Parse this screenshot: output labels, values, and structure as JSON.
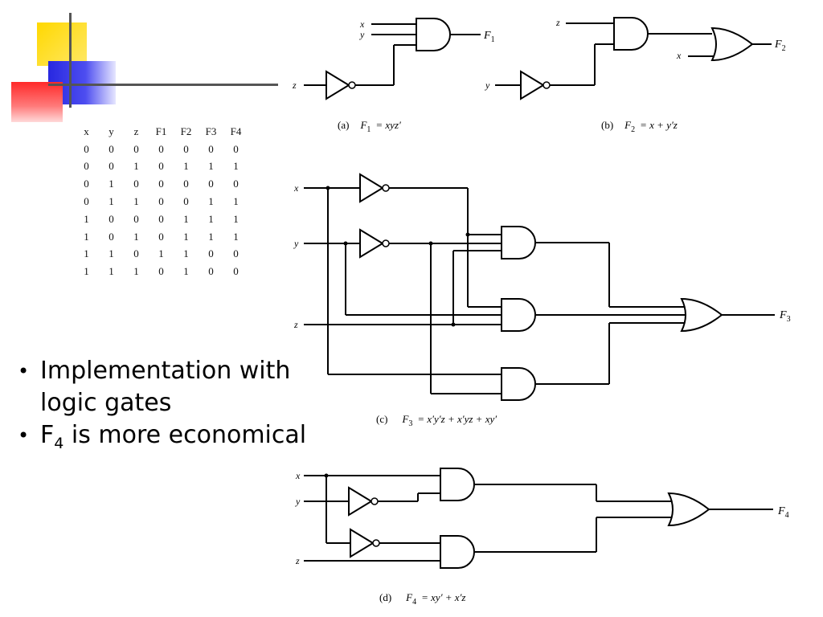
{
  "truth_table": {
    "headers": [
      "x",
      "y",
      "z",
      "F1",
      "F2",
      "F3",
      "F4"
    ],
    "rows": [
      [
        "0",
        "0",
        "0",
        "0",
        "0",
        "0",
        "0"
      ],
      [
        "0",
        "0",
        "1",
        "0",
        "1",
        "1",
        "1"
      ],
      [
        "0",
        "1",
        "0",
        "0",
        "0",
        "0",
        "0"
      ],
      [
        "0",
        "1",
        "1",
        "0",
        "0",
        "1",
        "1"
      ],
      [
        "1",
        "0",
        "0",
        "0",
        "1",
        "1",
        "1"
      ],
      [
        "1",
        "0",
        "1",
        "0",
        "1",
        "1",
        "1"
      ],
      [
        "1",
        "1",
        "0",
        "1",
        "1",
        "0",
        "0"
      ],
      [
        "1",
        "1",
        "1",
        "0",
        "1",
        "0",
        "0"
      ]
    ]
  },
  "bullets": {
    "item1": "Implementation with logic gates",
    "item2_main": "F",
    "item2_sub": "4",
    "item2_rest": " is more economical"
  },
  "circuit_a": {
    "in_x": "x",
    "in_y": "y",
    "in_z": "z",
    "out_main": "F",
    "out_sub": "1",
    "caption_tag": "(a)",
    "caption_main": "F",
    "caption_sub": "1",
    "caption_expr": "= xyz′"
  },
  "circuit_b": {
    "in_z": "z",
    "in_x": "x",
    "in_y": "y",
    "out_main": "F",
    "out_sub": "2",
    "caption_tag": "(b)",
    "caption_main": "F",
    "caption_sub": "2",
    "caption_expr": "= x + y′z"
  },
  "circuit_c": {
    "in_x": "x",
    "in_y": "y",
    "in_z": "z",
    "out_main": "F",
    "out_sub": "3",
    "caption_tag": "(c)",
    "caption_main": "F",
    "caption_sub": "3",
    "caption_expr": "= x′y′z + x′yz + xy′"
  },
  "circuit_d": {
    "in_x": "x",
    "in_y": "y",
    "in_z": "z",
    "out_main": "F",
    "out_sub": "4",
    "caption_tag": "(d)",
    "caption_main": "F",
    "caption_sub": "4",
    "caption_expr": "= xy′ + x′z"
  },
  "colors": {
    "yellow": "#ffd700",
    "blue": "#3a3aee",
    "red": "#ff3030",
    "line": "#555555"
  }
}
